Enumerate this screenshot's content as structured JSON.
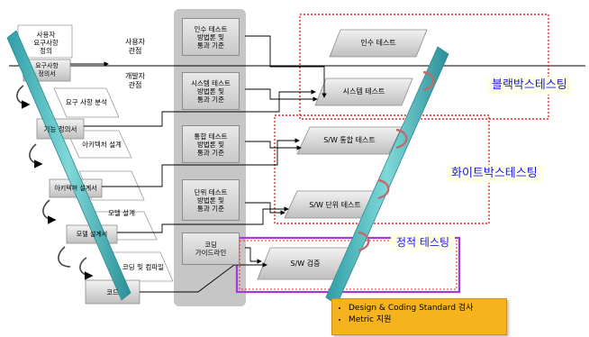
{
  "perspectives": {
    "user": "사용자\n관점",
    "developer": "개발자\n관점"
  },
  "left_steps": [
    {
      "label": "사용자\n요구사항\n정의"
    },
    {
      "label": "요구사항\n정의서"
    },
    {
      "label": "요구 사항 분석"
    },
    {
      "label": "기능 정의서"
    },
    {
      "label": "아키텍처 설계"
    },
    {
      "label": "아키텍쳐 설계서"
    },
    {
      "label": "모델 설계"
    },
    {
      "label": "모델 설계서"
    },
    {
      "label": "코딩 및 컴파일"
    },
    {
      "label": "코드"
    }
  ],
  "criteria": [
    {
      "label": "인수 테스트\n방법론 및\n통과 기준"
    },
    {
      "label": "시스템 테스트\n방법론 및\n통과 기준"
    },
    {
      "label": "통합 테스트\n방법론 및\n통과 기준"
    },
    {
      "label": "단위 테스트\n방법론 및\n통과 기준"
    },
    {
      "label": "코딩\n가이드라인"
    }
  ],
  "tests": [
    {
      "label": "인수 테스트"
    },
    {
      "label": "시스템 테스트"
    },
    {
      "label": "S/W 통합 테스트"
    },
    {
      "label": "S/W 단위 테스트"
    },
    {
      "label": "S/W 검증"
    }
  ],
  "callouts": {
    "blackbox": "블랙박스테스팅",
    "whitebox": "화이트박스테스팅",
    "static": "정적 테스팅"
  },
  "note_items": [
    "Design & Coding Standard 검사",
    "Metric 지원"
  ],
  "colors": {
    "red_dotted": "#ff2020",
    "purple": "#a23ad8",
    "teal": "#3fb6b6",
    "note": "#f5b41e",
    "callout_text": "#1a1ad6"
  }
}
